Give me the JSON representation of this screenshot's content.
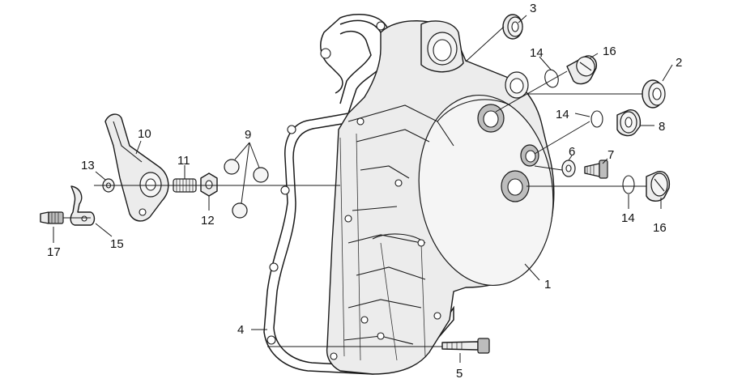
{
  "callouts": {
    "c1": "1",
    "c2": "2",
    "c3": "3",
    "c4": "4",
    "c5": "5",
    "c6": "6",
    "c7": "7",
    "c8": "8",
    "c9": "9",
    "c10": "10",
    "c11": "11",
    "c12": "12",
    "c13": "13",
    "c14a": "14",
    "c14b": "14",
    "c14c": "14",
    "c15": "15",
    "c16a": "16",
    "c16b": "16",
    "c17": "17"
  }
}
